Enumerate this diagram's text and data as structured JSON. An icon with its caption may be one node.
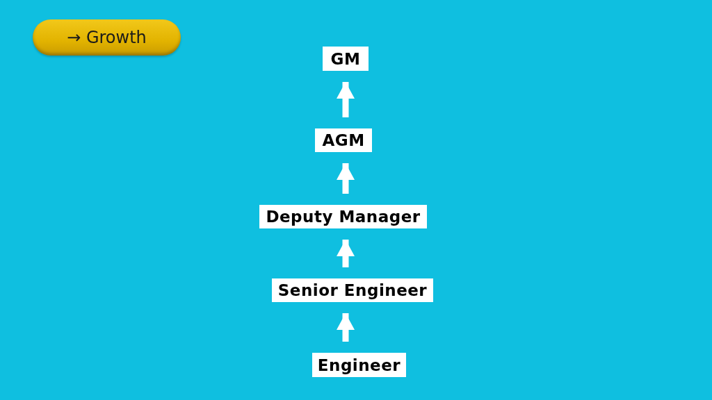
{
  "diagram": {
    "nodes": [
      {
        "text": [
          "→ Growth"
        ]
      },
      {
        "text": [
          "GM"
        ]
      },
      {
        "text": [
          "AGM"
        ]
      },
      {
        "text": [
          "Deputy Manager"
        ]
      },
      {
        "text": [
          "Senior Engineer"
        ]
      },
      {
        "text": [
          "Engineer"
        ]
      }
    ],
    "edges": [
      {
        "from": 5,
        "to": 4,
        "arrow": "to"
      },
      {
        "from": 4,
        "to": 3,
        "arrow": "to"
      },
      {
        "from": 3,
        "to": 2,
        "arrow": "to"
      },
      {
        "from": 2,
        "to": 1,
        "arrow": "to"
      }
    ]
  }
}
